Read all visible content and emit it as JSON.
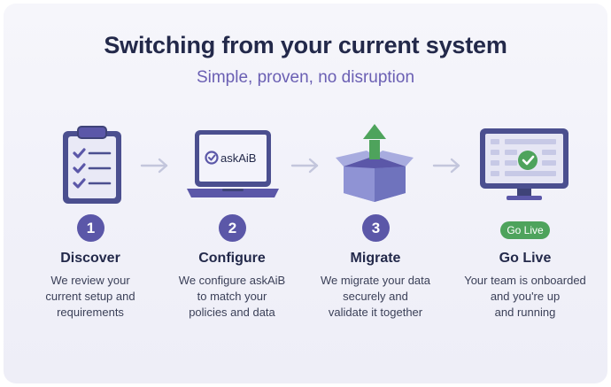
{
  "header": {
    "title": "Switching from your current system",
    "subtitle": "Simple, proven, no disruption"
  },
  "steps": [
    {
      "number": "1",
      "title": "Discover",
      "icon": "clipboard-checklist-icon",
      "description": [
        "We review your",
        "current setup and",
        "requirements"
      ]
    },
    {
      "number": "2",
      "title": "Configure",
      "icon": "laptop-icon",
      "screen_label": "askAiB",
      "description": [
        "We configure askAiB",
        "to match your",
        "policies and data"
      ]
    },
    {
      "number": "3",
      "title": "Migrate",
      "icon": "box-upload-icon",
      "description": [
        "We migrate your data",
        "securely and",
        "validate it together"
      ]
    },
    {
      "badge": "Go Live",
      "title": "Go Live",
      "icon": "monitor-check-icon",
      "description": [
        "Your team is onboarded",
        "and you're up",
        "and running"
      ]
    }
  ],
  "colors": {
    "primary": "#5b57a8",
    "title": "#23294a",
    "subtitle": "#6a5fb3",
    "success": "#4ea35c",
    "arrow": "#c3c6dc"
  }
}
